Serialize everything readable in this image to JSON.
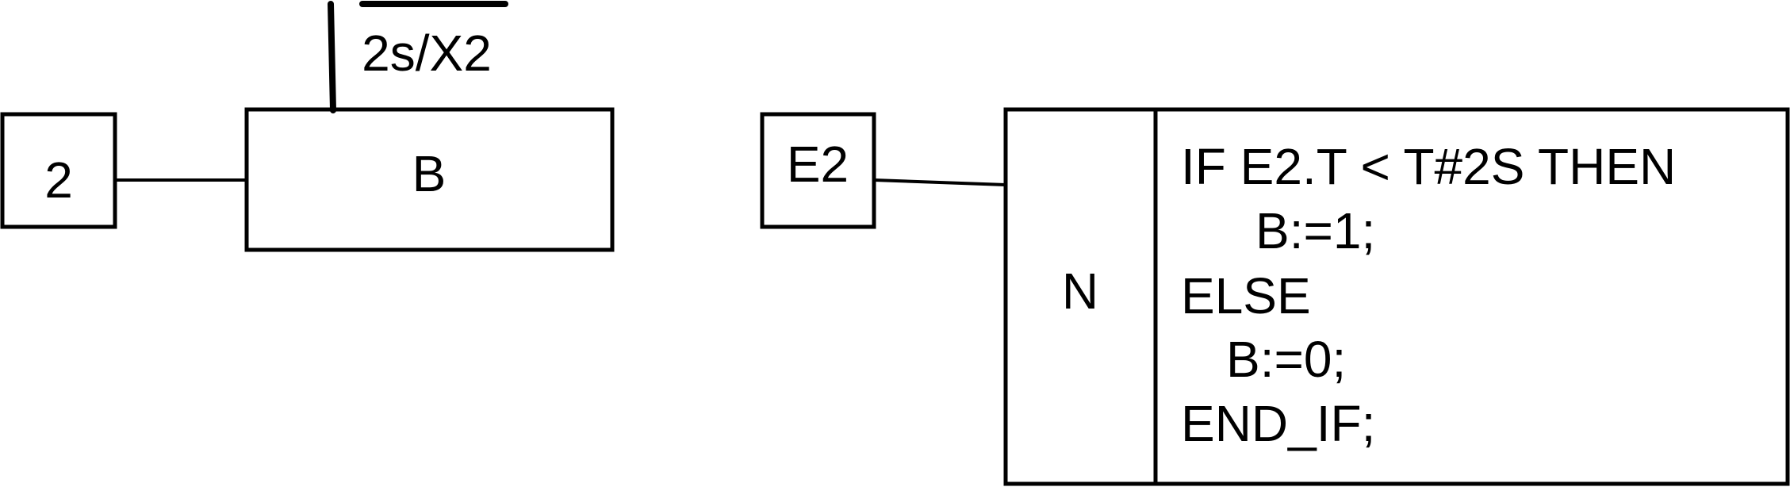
{
  "left_diagram": {
    "step_label": "2",
    "action_label": "B",
    "time_condition": "2s/X2"
  },
  "right_diagram": {
    "step_label": "E2",
    "qualifier": "N",
    "code_lines": [
      "IF E2.T < T#2S THEN",
      "B:=1;",
      "ELSE",
      "B:=0;",
      "END_IF;"
    ]
  }
}
